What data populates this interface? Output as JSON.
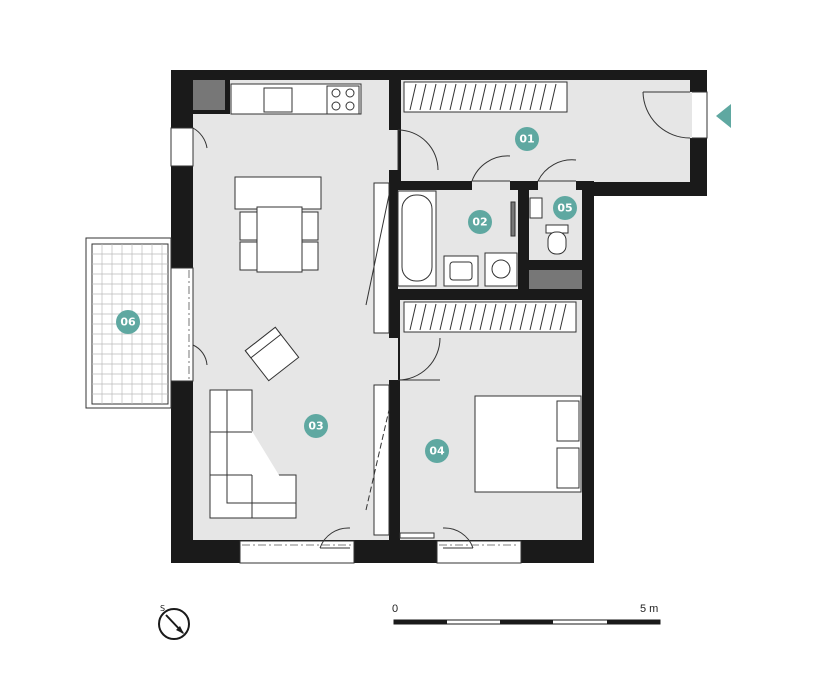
{
  "rooms": [
    {
      "id": "01",
      "label": "01"
    },
    {
      "id": "02",
      "label": "02"
    },
    {
      "id": "03",
      "label": "03"
    },
    {
      "id": "04",
      "label": "04"
    },
    {
      "id": "05",
      "label": "05"
    },
    {
      "id": "06",
      "label": "06"
    }
  ],
  "scale": {
    "start_label": "0",
    "end_label": "5 m"
  },
  "compass": {
    "north_label": "S"
  },
  "colors": {
    "wall": "#1a1a1a",
    "floor": "#e6e6e6",
    "badge": "#5fa8a1",
    "entrance_arrow": "#5fa8a1",
    "balcony_bg": "#ffffff",
    "line": "#333333"
  },
  "icons": [
    "entrance-arrow-icon",
    "compass-icon"
  ]
}
